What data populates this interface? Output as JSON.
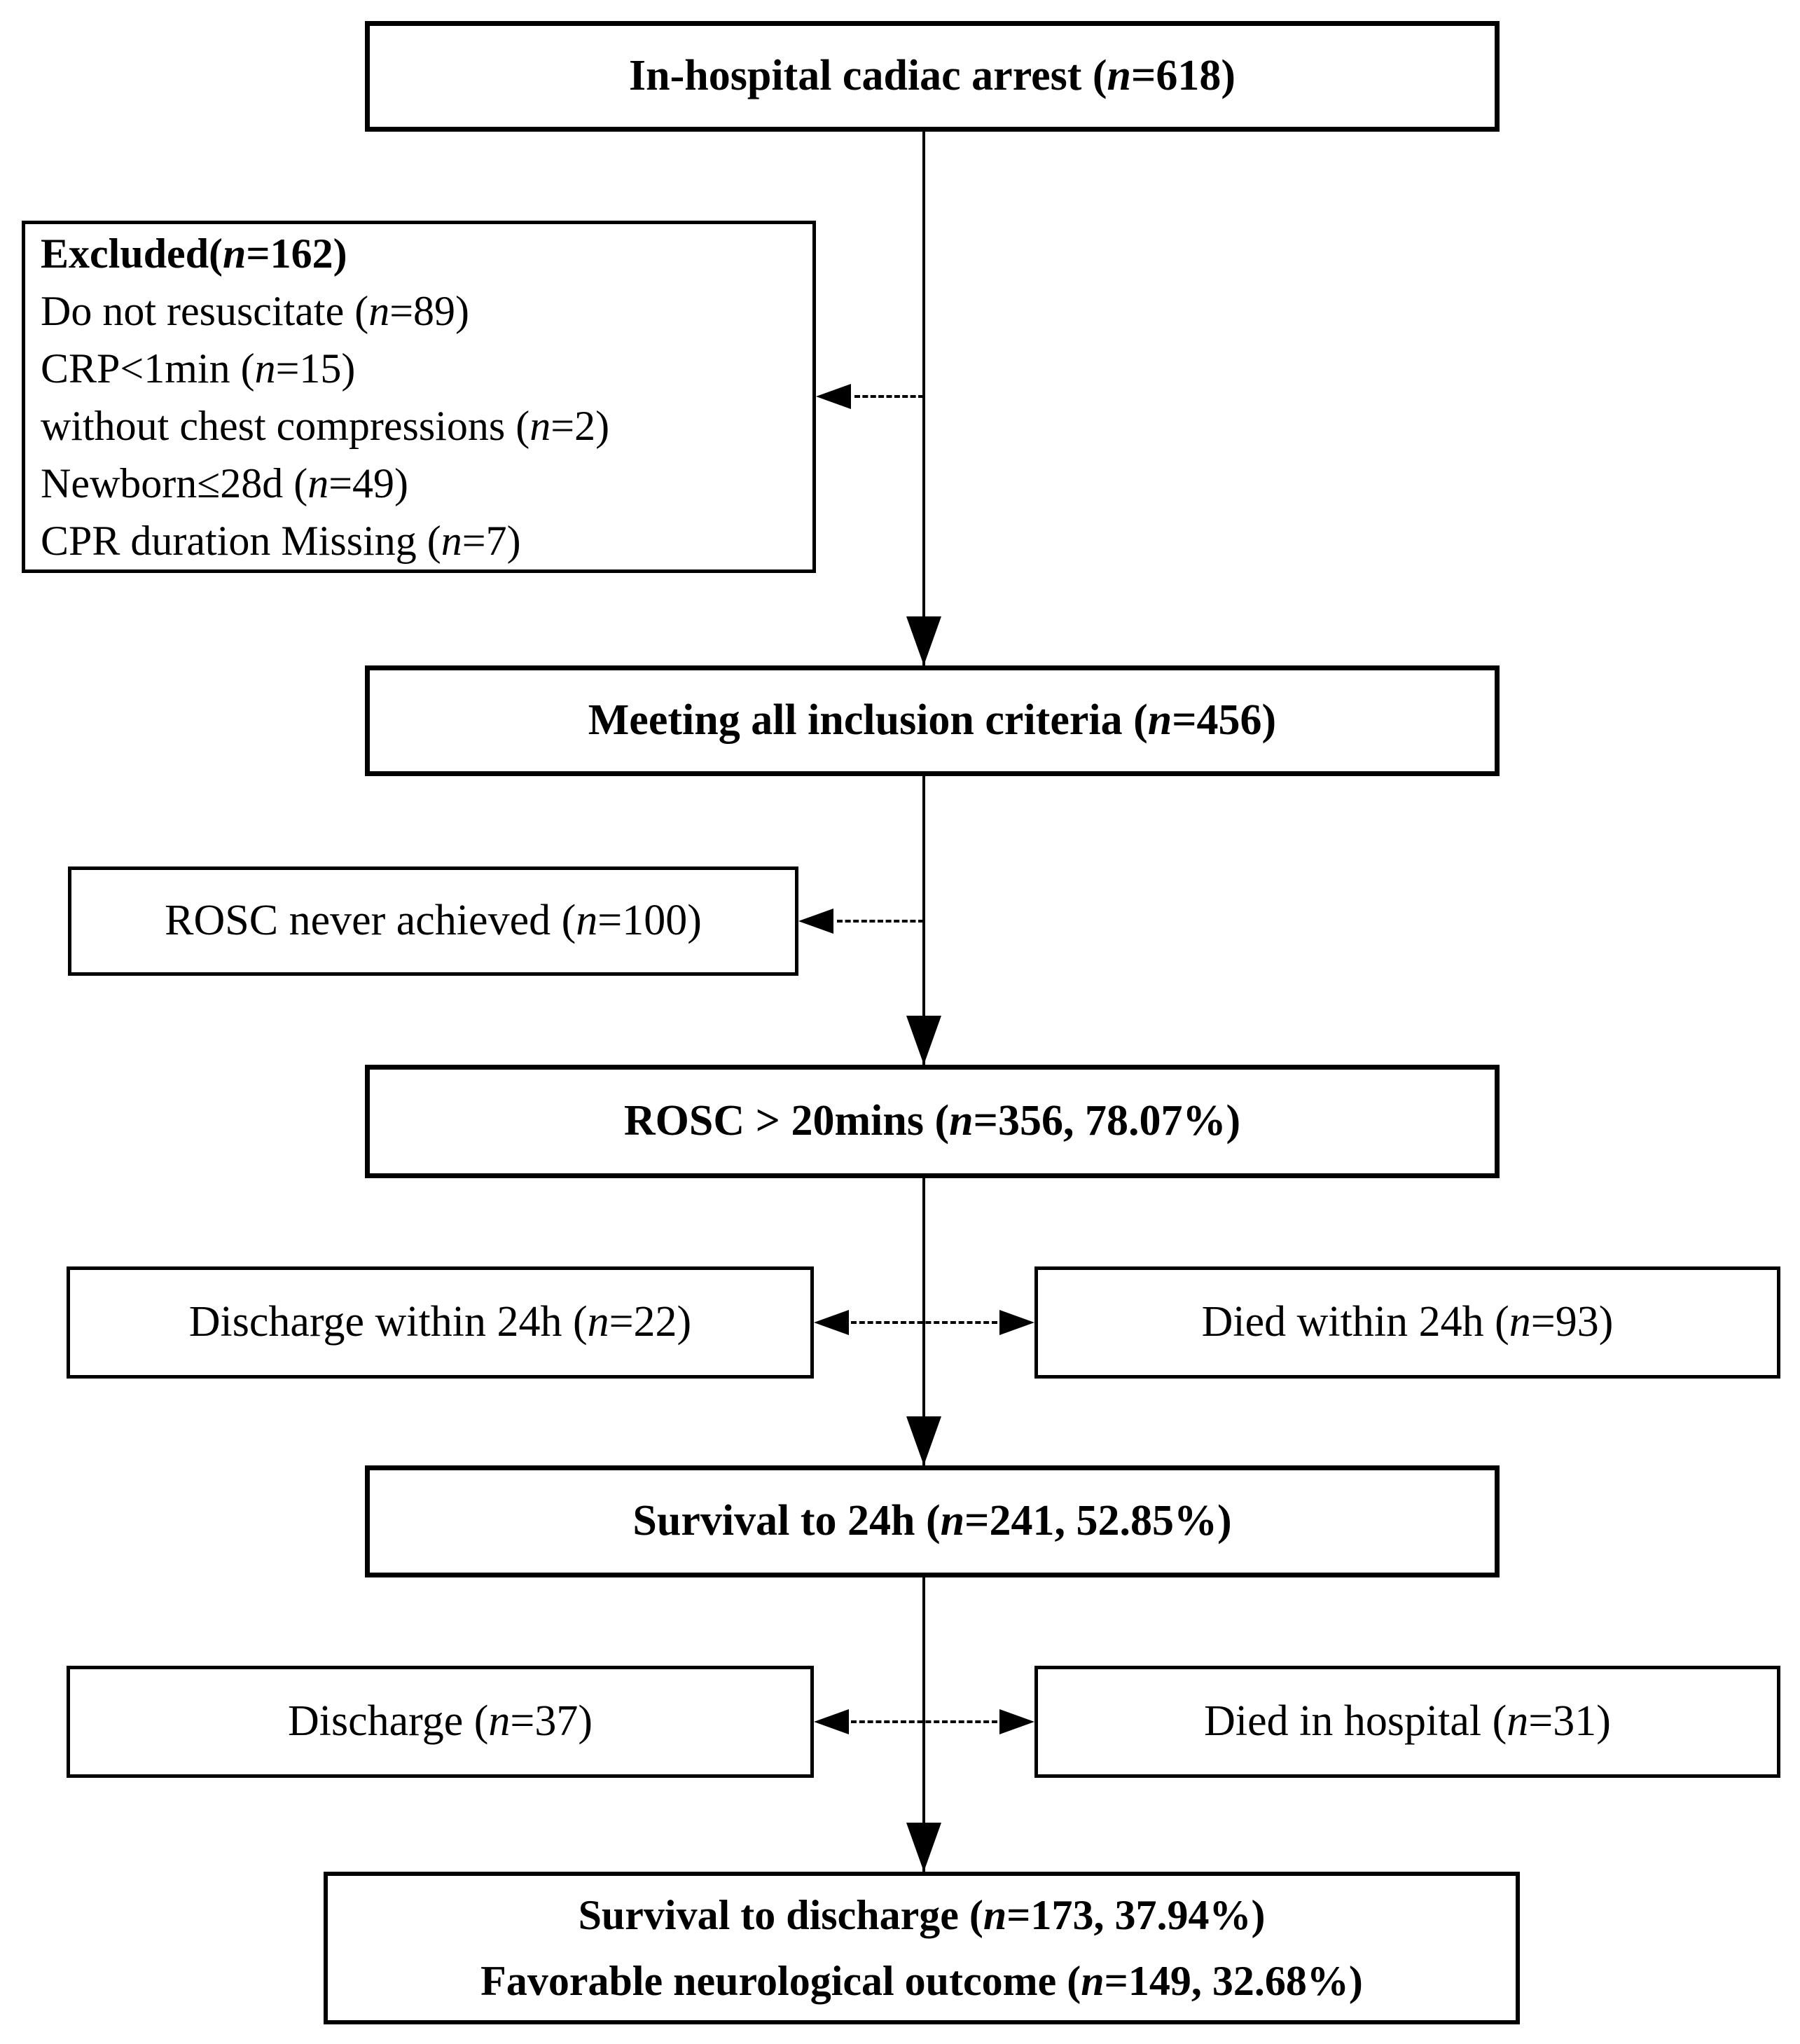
{
  "boxes": {
    "top": {
      "label": "In-hospital cadiac arrest (n=618)"
    },
    "excluded": {
      "title": "Excluded(n=162)",
      "items": [
        "Do not resuscitate (n=89)",
        "CRP<1min (n=15)",
        "without chest compressions (n=2)",
        "Newborn≤28d (n=49)",
        "CPR duration Missing (n=7)"
      ]
    },
    "inclusion": {
      "label": "Meeting all inclusion criteria (n=456)"
    },
    "rosc_never": {
      "label": "ROSC never achieved (n=100)"
    },
    "rosc20": {
      "label": "ROSC > 20mins (n=356, 78.07%)"
    },
    "discharge_24h": {
      "label": "Discharge within 24h (n=22)"
    },
    "died_24h": {
      "label": "Died within 24h (n=93)"
    },
    "survival_24h": {
      "label": "Survival to 24h (n=241, 52.85%)"
    },
    "discharge": {
      "label": "Discharge (n=37)"
    },
    "died_in_hospital": {
      "label": "Died in hospital (n=31)"
    },
    "outcome": {
      "line1": "Survival to discharge (n=173, 37.94%)",
      "line2": "Favorable neurological outcome (n=149, 32.68%)"
    }
  },
  "connections": [
    {
      "from": "top",
      "to": "inclusion",
      "style": "solid-arrow-down"
    },
    {
      "from": "main-line",
      "to": "excluded",
      "style": "dashed-arrow-left"
    },
    {
      "from": "inclusion",
      "to": "rosc20",
      "style": "solid-arrow-down"
    },
    {
      "from": "main-line",
      "to": "rosc_never",
      "style": "dashed-arrow-left"
    },
    {
      "from": "rosc20",
      "to": "survival_24h",
      "style": "solid-arrow-down"
    },
    {
      "from": "main-line",
      "to": "discharge_24h",
      "style": "dashed-arrow-left"
    },
    {
      "from": "main-line",
      "to": "died_24h",
      "style": "dashed-arrow-right"
    },
    {
      "from": "survival_24h",
      "to": "outcome",
      "style": "solid-arrow-down"
    },
    {
      "from": "main-line",
      "to": "discharge",
      "style": "dashed-arrow-left"
    },
    {
      "from": "main-line",
      "to": "died_in_hospital",
      "style": "dashed-arrow-right"
    }
  ],
  "colors": {
    "background": "#ffffff",
    "box_fill": "#ffffff",
    "box_border": "#000000",
    "line": "#000000",
    "text": "#000000"
  }
}
